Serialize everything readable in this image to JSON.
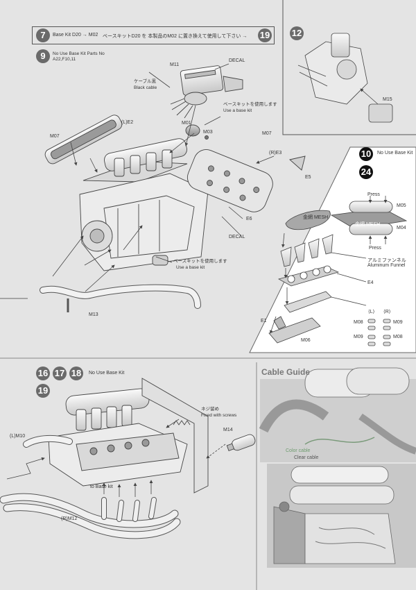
{
  "steps": {
    "s7": "7",
    "s19_top": "19",
    "s9": "9",
    "s12": "12",
    "s10": "10",
    "s24": "24",
    "s16": "16",
    "s17": "17",
    "s18": "18",
    "s19_bottom": "19"
  },
  "notes": {
    "step7_a": "Base Kit D20 →  M02",
    "step7_b": "ベースキットD20 を 本製品のM02 に置き換えて使用して下さい →",
    "step9_line1": "No Use Base Kit Parts No",
    "step9_line2": "A22,F10,11",
    "step10": "No Use Base Kit",
    "step16": "No Use Base Kit",
    "cable_guide": "Cable Guide"
  },
  "labels": {
    "m11": "M11",
    "decal_top": "DECAL",
    "cable_jp": "ケーブル黒",
    "cable_en": "Black cable",
    "basekit_jp1": "ベースキットを使用します",
    "basekit_en1": "Use a base kit",
    "m01": "M01",
    "m03": "M03",
    "m07_left": "M07",
    "e2": "(L)E2",
    "m07_right": "M07",
    "e3": "(R)E3",
    "e5": "E5",
    "e6": "E6",
    "decal_mid": "DECAL",
    "basekit_jp2": "ベースキットを使用します",
    "basekit_en2": "Use a base kit",
    "m13": "M13",
    "m15": "M15",
    "press_top": "Press",
    "m05": "M05",
    "mesh_label1": "金網 MESH",
    "mesh_label2": "金網 MESH",
    "m04": "M04",
    "press_bottom": "Press",
    "funnel_jp": "アルミファンネル",
    "funnel_en": "Aluminum Funnel",
    "e4": "E4",
    "l_label": "⟨L⟩",
    "r_label": "⟨R⟩",
    "m08_a": "M08",
    "m09_a": "M09",
    "m09_b": "M09",
    "m08_b": "M08",
    "e1": "E1",
    "m06": "M06",
    "screw_jp": "ネジ留め",
    "screw_en": "Fixed with screws",
    "m14": "M14",
    "lm10": "(L)M10",
    "to_base_kit": "to Base kit",
    "rm12": "(R)M12",
    "color_cable": "Color cable",
    "clear_cable": "Clear cable"
  },
  "colors": {
    "page_bg": "#e4e4e4",
    "step_grey": "#6a6a6a",
    "step_black": "#111111",
    "part_light": "#f2f2f2",
    "part_shade": "#bdbdbd",
    "line": "#444444"
  }
}
